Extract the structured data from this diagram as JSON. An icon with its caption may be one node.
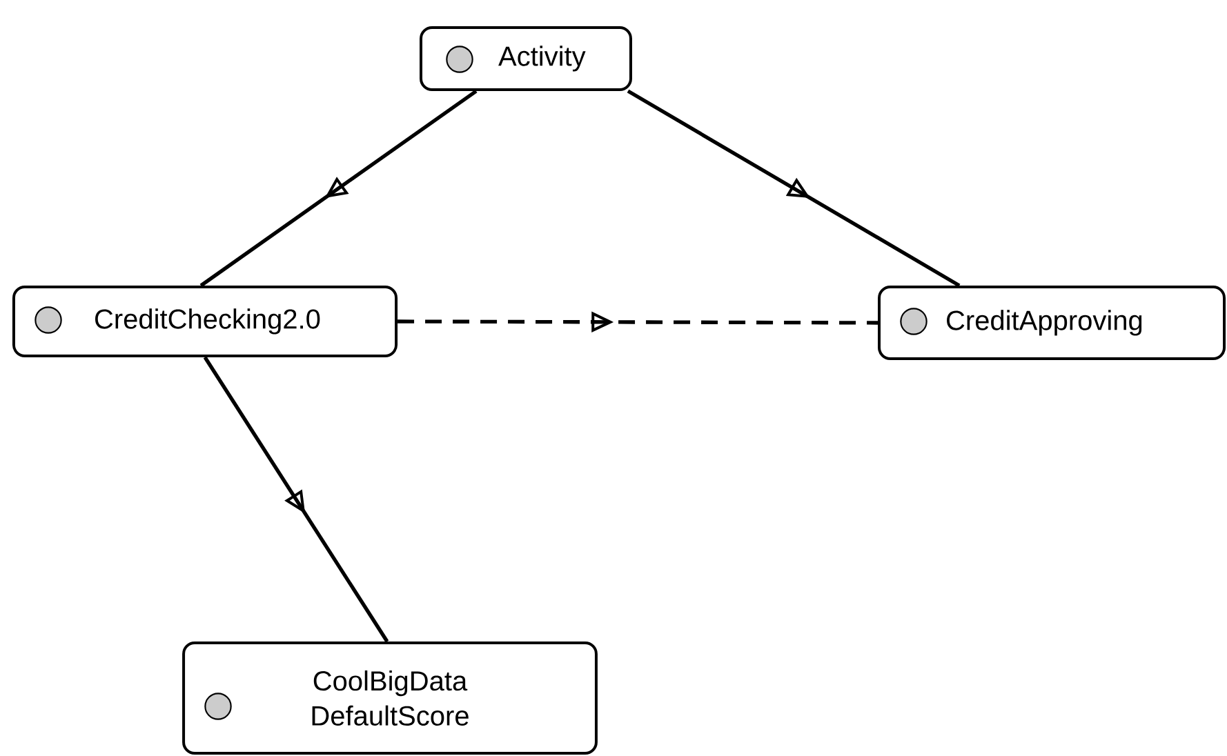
{
  "diagram": {
    "nodes": [
      {
        "text": [
          "Activity"
        ]
      },
      {
        "text": [
          "CreditChecking2.0"
        ]
      },
      {
        "text": [
          "CreditApproving"
        ]
      },
      {
        "text": [
          "CoolBigData DefaultScore"
        ]
      }
    ],
    "edges": [
      {
        "from": 0,
        "to": 1,
        "arrow": "to"
      },
      {
        "from": 0,
        "to": 2,
        "arrow": "to"
      },
      {
        "from": 1,
        "to": 2,
        "arrow": "to",
        "style": "dashed"
      },
      {
        "from": 1,
        "to": 3,
        "arrow": "to"
      }
    ]
  }
}
